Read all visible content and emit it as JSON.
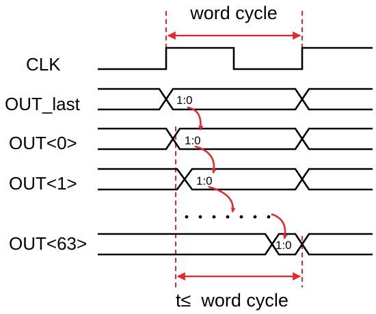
{
  "colors": {
    "waveform": "#000000",
    "annotation": "#e8262b",
    "background": "#ffffff"
  },
  "top_annotation": {
    "label": "word cycle"
  },
  "bottom_annotation": {
    "label": "t≤  word cycle"
  },
  "signals": [
    {
      "name": "CLK",
      "kind": "clock"
    },
    {
      "name": "OUT_last",
      "kind": "bus",
      "value": "1:0"
    },
    {
      "name": "OUT<0>",
      "kind": "bus",
      "value": "1:0"
    },
    {
      "name": "OUT<1>",
      "kind": "bus",
      "value": "1:0"
    },
    {
      "name": "OUT<63>",
      "kind": "bus",
      "value": "1:0"
    }
  ],
  "ellipsis": {
    "dot_count": 7
  }
}
